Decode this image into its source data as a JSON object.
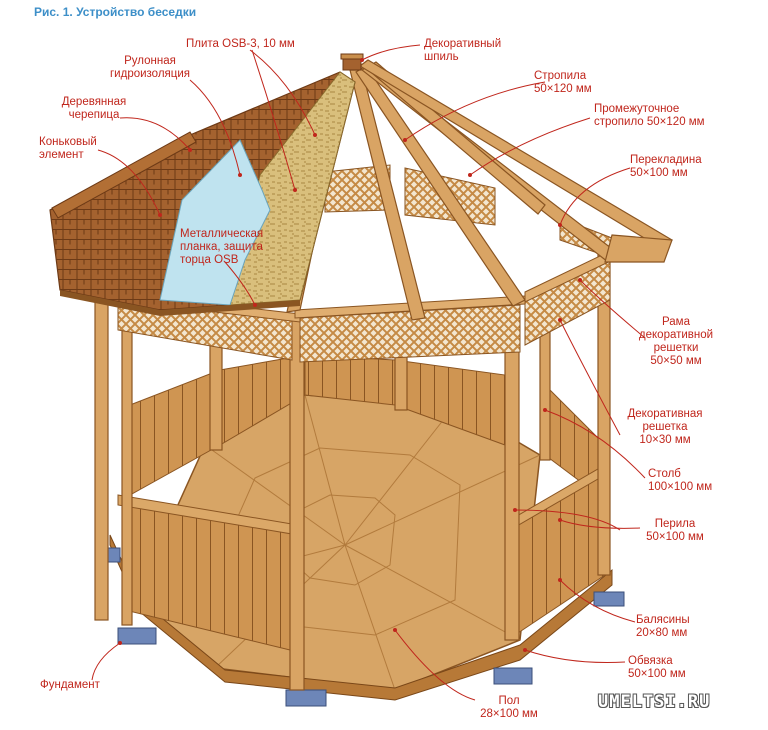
{
  "title": "Рис. 1. Устройство беседки",
  "watermark": "UMELTSI.RU",
  "colors": {
    "label_red": "#c0261c",
    "title_blue": "#3d8fc8",
    "wood": "#c98f4c",
    "shingle": "#a4622f",
    "foundation": "#6d86b8",
    "osb": "#d9bf7c",
    "membrane": "#bfe3ef"
  },
  "labels": {
    "plita_osb": "Плита OSB-3, 10 мм",
    "rulonnaya_1": "Рулонная",
    "rulonnaya_2": "гидроизоляция",
    "derevyannaya_1": "Деревянная",
    "derevyannaya_2": "черепица",
    "konkovy_1": "Коньковый",
    "konkovy_2": "элемент",
    "metall_1": "Металлическая",
    "metall_2": "планка, защита",
    "metall_3": "торца OSB",
    "dekor_shpil_1": "Декоративный",
    "dekor_shpil_2": "шпиль",
    "stropila_1": "Стропила",
    "stropila_2": "50×120 мм",
    "promezh_1": "Промежуточное",
    "promezh_2": "стропило 50×120 мм",
    "perekladina_1": "Перекладина",
    "perekladina_2": "50×100 мм",
    "rama_1": "Рама",
    "rama_2": "декоративной",
    "rama_3": "решетки",
    "rama_4": "50×50 мм",
    "dekor_resh_1": "Декоративная",
    "dekor_resh_2": "решетка",
    "dekor_resh_3": "10×30 мм",
    "stolb_1": "Столб",
    "stolb_2": "100×100 мм",
    "perila_1": "Перила",
    "perila_2": "50×100 мм",
    "balyasiny_1": "Балясины",
    "balyasiny_2": "20×80 мм",
    "obvyazka_1": "Обвязка",
    "obvyazka_2": "50×100 мм",
    "pol_1": "Пол",
    "pol_2": "28×100 мм",
    "fundament": "Фундамент"
  }
}
